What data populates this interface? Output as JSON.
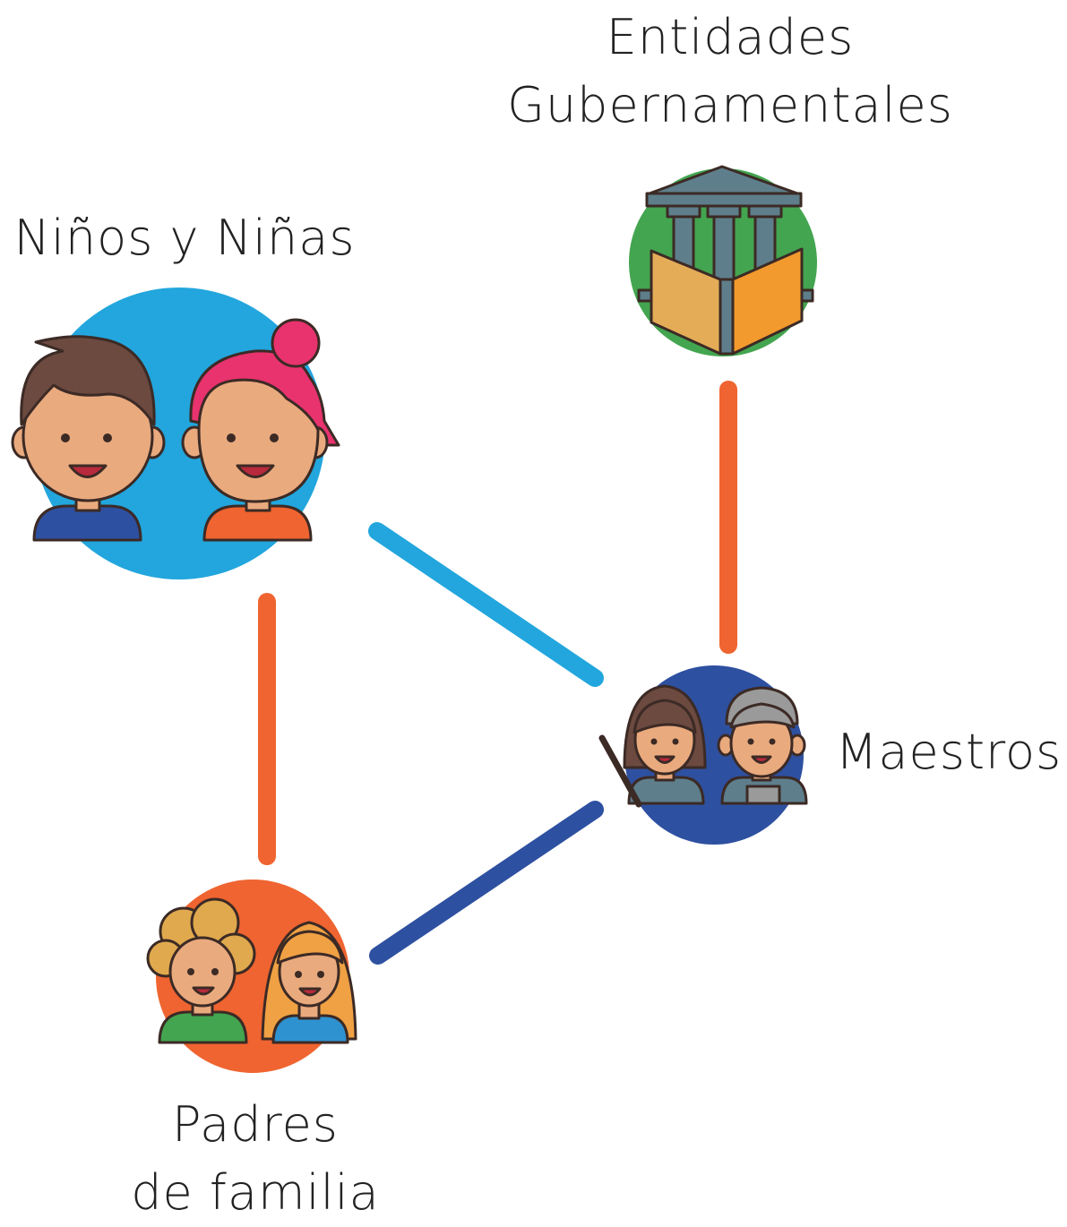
{
  "nodes": {
    "gobierno": {
      "line1": "Entidades",
      "line2": "Gubernamentales",
      "circle_color": "#43A550",
      "icon": "government-building-book-icon"
    },
    "ninos": {
      "label": "Niños y Niñas",
      "circle_color": "#22A6DD",
      "icon": "boy-and-girl-icon"
    },
    "maestros": {
      "label": "Maestros",
      "circle_color": "#2E50A0",
      "icon": "teachers-icon"
    },
    "padres": {
      "line1": "Padres",
      "line2": "de familia",
      "circle_color": "#EF6430",
      "icon": "parents-icon"
    }
  },
  "connectors": {
    "gobierno_maestros": {
      "color": "#EF6430"
    },
    "ninos_maestros": {
      "color": "#22A6DD"
    },
    "ninos_padres": {
      "color": "#EF6430"
    },
    "padres_maestros": {
      "color": "#2E50A0"
    }
  }
}
